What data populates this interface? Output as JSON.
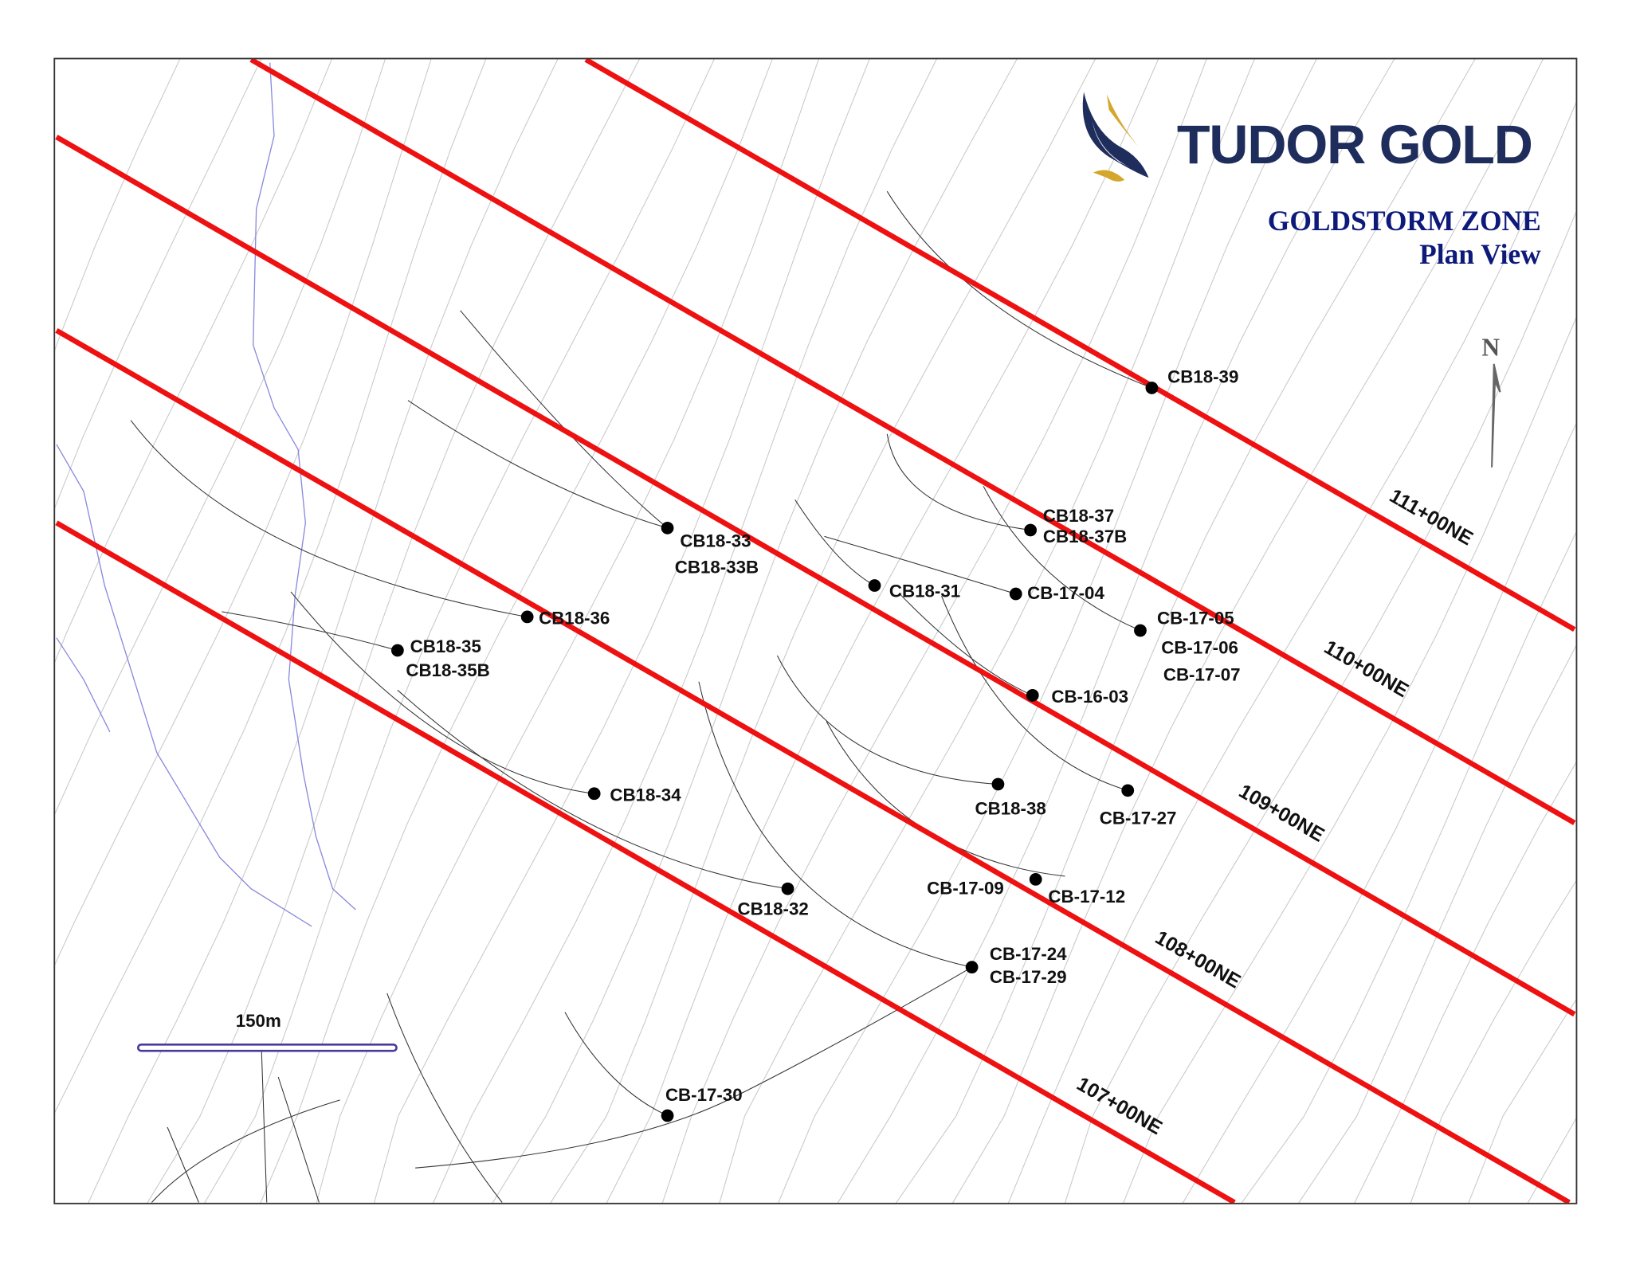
{
  "logo": {
    "text": "TUDOR GOLD",
    "navy": "#1f2d5c",
    "gold": "#d4a72c"
  },
  "title": {
    "line1": "GOLDSTORM ZONE",
    "line2": "Plan View",
    "color": "#0d1a7a"
  },
  "north": {
    "label": "N"
  },
  "scale_bar": {
    "label": "150m"
  },
  "section_color": "#ee1111",
  "sections": [
    {
      "label": "111+00NE"
    },
    {
      "label": "110+00NE"
    },
    {
      "label": "109+00NE"
    },
    {
      "label": "108+00NE"
    },
    {
      "label": "107+00NE"
    }
  ],
  "drill_holes": [
    {
      "labels": [
        "CB18-39"
      ]
    },
    {
      "labels": [
        "CB18-37",
        "CB18-37B"
      ]
    },
    {
      "labels": [
        "CB18-33",
        "CB18-33B"
      ]
    },
    {
      "labels": [
        "CB18-31"
      ]
    },
    {
      "labels": [
        "CB-17-04"
      ]
    },
    {
      "labels": [
        "CB-17-05",
        "CB-17-06",
        "CB-17-07"
      ]
    },
    {
      "labels": [
        "CB18-36"
      ]
    },
    {
      "labels": [
        "CB18-35",
        "CB18-35B"
      ]
    },
    {
      "labels": [
        "CB-16-03"
      ]
    },
    {
      "labels": [
        "CB18-38"
      ]
    },
    {
      "labels": [
        "CB-17-27"
      ]
    },
    {
      "labels": [
        "CB18-34"
      ]
    },
    {
      "labels": [
        "CB18-32"
      ]
    },
    {
      "labels": [
        "CB-17-09",
        "CB-17-12"
      ]
    },
    {
      "labels": [
        "CB-17-24",
        "CB-17-29"
      ]
    },
    {
      "labels": [
        "CB-17-30"
      ]
    }
  ]
}
